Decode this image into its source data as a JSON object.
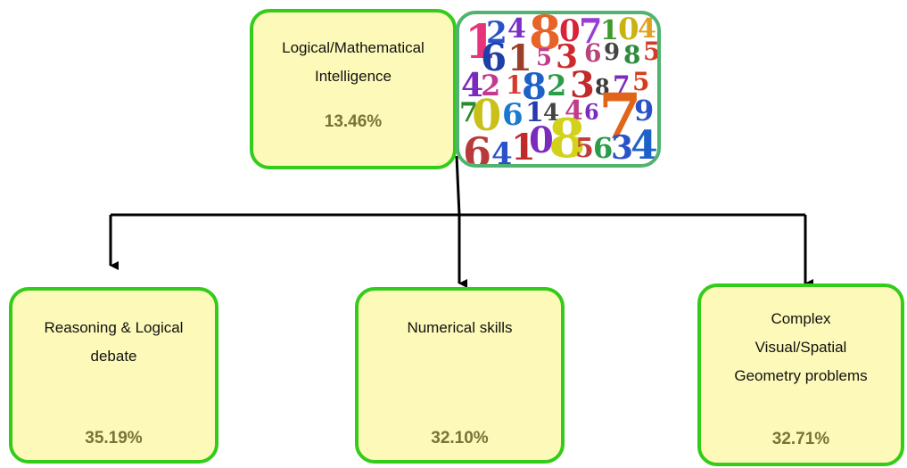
{
  "top": {
    "label": "Logical/Mathematical Intelligence",
    "value": "13.46%"
  },
  "image": {
    "icon": "colorful-numbers-image"
  },
  "children": [
    {
      "label": "Reasoning & Logical debate",
      "value": "35.19%"
    },
    {
      "label": "Numerical skills",
      "value": "32.10%"
    },
    {
      "label": "Complex Visual/Spatial Geometry problems",
      "value": "32.71%"
    }
  ],
  "colors": {
    "box_fill": "#fdf9b8",
    "box_border": "#33cc1a",
    "value_text": "#77733a",
    "connector": "#000000"
  }
}
